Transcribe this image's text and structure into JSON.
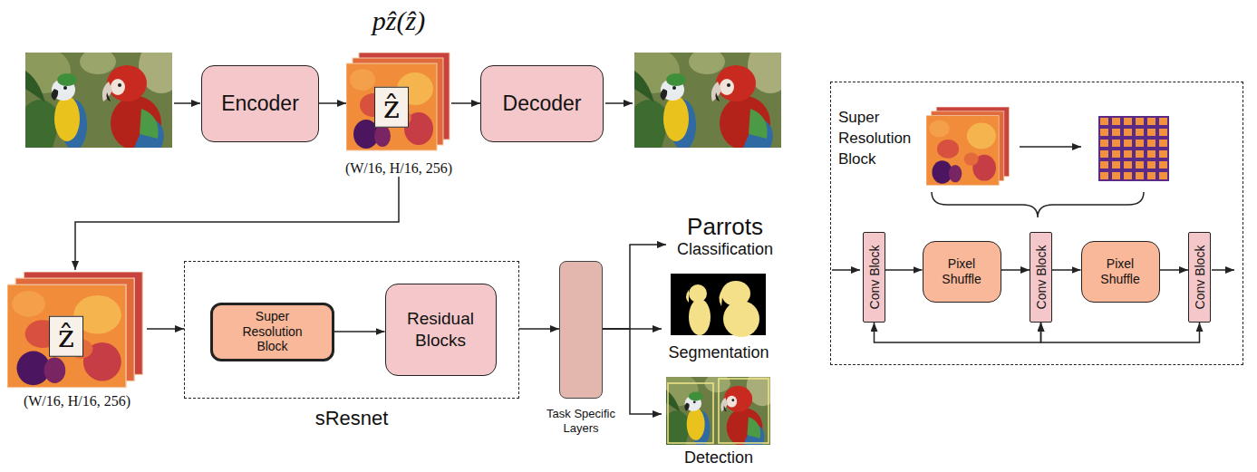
{
  "diagram": {
    "nodes": [
      {
        "text": [
          "Encoder"
        ]
      },
      {
        "text": [
          "ẑ",
          "(W/16, H/16, 256)"
        ]
      },
      {
        "text": [
          "Decoder"
        ]
      },
      {
        "text": [
          "ẑ",
          "(W/16, H/16, 256)"
        ]
      },
      {
        "text": [
          "sResnet"
        ]
      },
      {
        "text": [
          "Super Resolution Block"
        ],
        "in": 4
      },
      {
        "text": [
          "Residual Blocks"
        ],
        "in": 4
      },
      {
        "text": [
          "Task Specific Layers"
        ]
      },
      {
        "text": [
          "Parrots",
          "Classification"
        ]
      },
      {
        "text": [
          "Segmentation"
        ]
      },
      {
        "text": [
          "Detection"
        ]
      },
      {
        "text": [
          "Super Resolution Block"
        ]
      },
      {
        "text": [
          "Conv Block"
        ],
        "in": 11
      },
      {
        "text": [
          "Pixel Shuffle"
        ],
        "in": 11
      },
      {
        "text": [
          "Conv Block"
        ],
        "in": 11
      },
      {
        "text": [
          "Pixel Shuffle"
        ],
        "in": 11
      },
      {
        "text": [
          "Conv Block"
        ],
        "in": 11
      }
    ],
    "edges": [
      {
        "from": 0,
        "to": 1,
        "arrow": "to"
      },
      {
        "from": 1,
        "to": 2,
        "arrow": "to"
      },
      {
        "from": 1,
        "to": 3,
        "arrow": "to"
      },
      {
        "from": 3,
        "to": 4,
        "arrow": "to"
      },
      {
        "from": 5,
        "to": 6,
        "arrow": "to"
      },
      {
        "from": 4,
        "to": 7,
        "arrow": "to"
      },
      {
        "from": 7,
        "to": 8,
        "arrow": "to"
      },
      {
        "from": 7,
        "to": 9,
        "arrow": "to"
      },
      {
        "from": 7,
        "to": 10,
        "arrow": "to"
      },
      {
        "from": 12,
        "to": 13,
        "arrow": "to"
      },
      {
        "from": 13,
        "to": 14,
        "arrow": "to"
      },
      {
        "from": 14,
        "to": 15,
        "arrow": "to"
      },
      {
        "from": 15,
        "to": 16,
        "arrow": "to"
      },
      {
        "from": 12,
        "to": 14,
        "arrow": "both"
      },
      {
        "from": 14,
        "to": 16,
        "arrow": "both"
      }
    ],
    "labels": [
      "pẑ(ẑ)"
    ]
  }
}
